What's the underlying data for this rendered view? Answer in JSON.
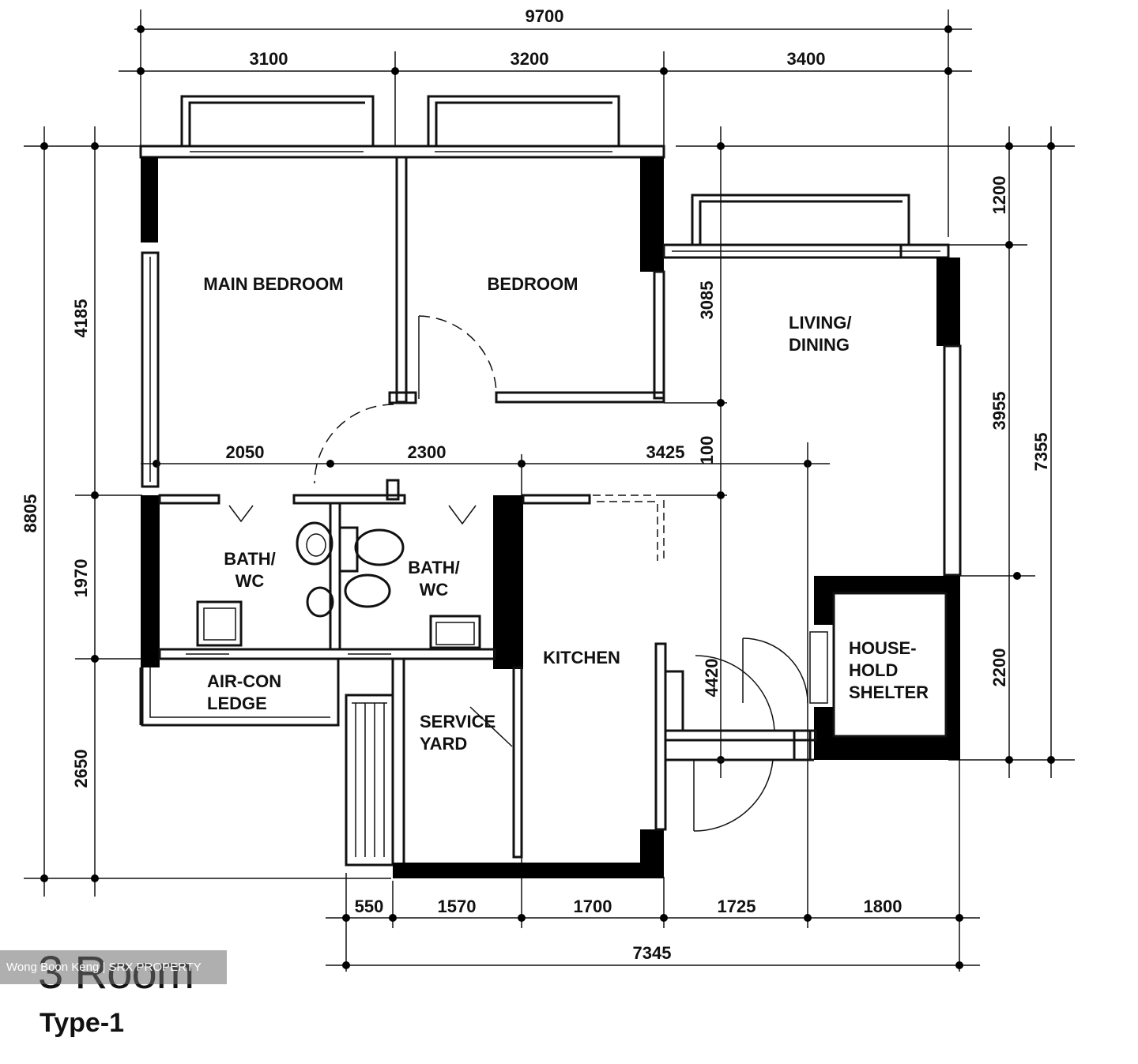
{
  "plan": {
    "title": "3 Room",
    "subtitle": "Type-1",
    "watermark": "Wong Boon Keng | SRX PROPERTY",
    "rooms": {
      "main_bedroom": "MAIN BEDROOM",
      "bedroom": "BEDROOM",
      "living_line1": "LIVING/",
      "living_line2": "DINING",
      "bath1_line1": "BATH/",
      "bath1_line2": "WC",
      "bath2_line1": "BATH/",
      "bath2_line2": "WC",
      "kitchen": "KITCHEN",
      "aircon_line1": "AIR-CON",
      "aircon_line2": "LEDGE",
      "service_line1": "SERVICE",
      "service_line2": "YARD",
      "shelter_line1": "HOUSE-",
      "shelter_line2": "HOLD",
      "shelter_line3": "SHELTER"
    },
    "dims": {
      "top_total": "9700",
      "top_a": "3100",
      "top_b": "3200",
      "top_c": "3400",
      "left_total": "8805",
      "left_a": "4185",
      "left_b": "1970",
      "left_c": "2650",
      "right_total": "7355",
      "right_a": "1200",
      "right_b": "3955",
      "right_c": "2200",
      "mid_a": "2050",
      "mid_b": "2300",
      "mid_c": "3425",
      "inner_3085": "3085",
      "inner_100": "100",
      "inner_4420": "4420",
      "bot_a": "550",
      "bot_b": "1570",
      "bot_c": "1700",
      "bot_d": "1725",
      "bot_e": "1800",
      "bot_total": "7345"
    }
  }
}
